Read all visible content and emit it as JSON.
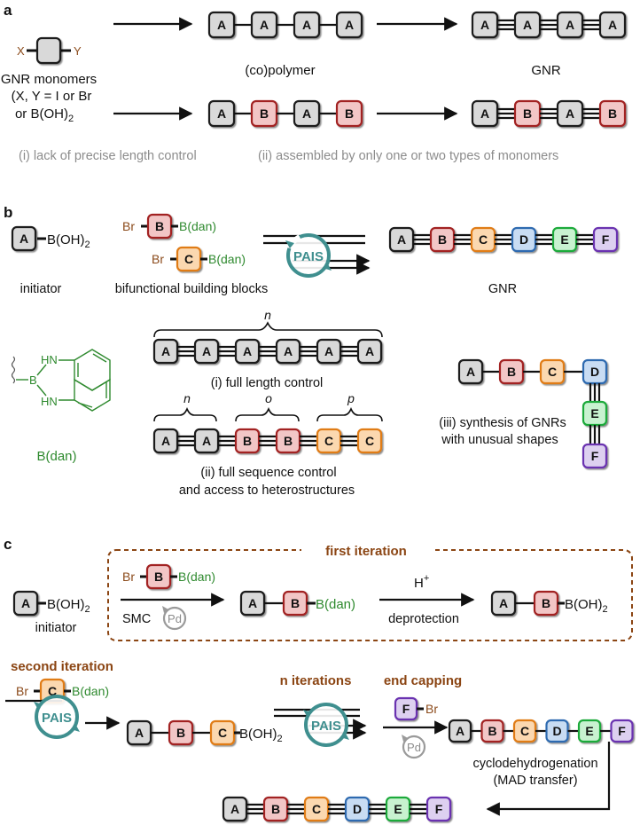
{
  "colors": {
    "A": {
      "fill": "#d9d9d9",
      "stroke": "#1a1a1a"
    },
    "B": {
      "fill": "#f2c6c6",
      "stroke": "#a22424"
    },
    "C": {
      "fill": "#fbd8b0",
      "stroke": "#e07b16"
    },
    "D": {
      "fill": "#c8dcf3",
      "stroke": "#2e6bb0"
    },
    "E": {
      "fill": "#c8f2d0",
      "stroke": "#1faa3a"
    },
    "F": {
      "fill": "#ddd0f0",
      "stroke": "#6a31b0"
    },
    "X": {
      "fill": "#d9d9d9",
      "stroke": "#1a1a1a"
    },
    "green_text": "#2f8a2f",
    "brown_text": "#8b4a1a",
    "gray_text": "#8c8c8c",
    "teal": "#3f8f8f",
    "iteration_brown": "#8b4513"
  },
  "panel_a": {
    "label": "a",
    "monomer_x": "X",
    "monomer_y": "Y",
    "monomers_line1": "GNR monomers",
    "monomers_line2": "(X, Y = I or Br",
    "monomers_line3": "or B(OH)",
    "monomers_sub": "2",
    "copolymer_label": "(co)polymer",
    "gnr_label": "GNR",
    "chain1": [
      "A",
      "A",
      "A",
      "A"
    ],
    "chain2": [
      "A",
      "B",
      "A",
      "B"
    ],
    "note_i": "(i) lack of precise length control",
    "note_ii": "(ii) assembled by only one or two types of monomers"
  },
  "panel_b": {
    "label": "b",
    "initiator_block": "A",
    "initiator_group": "B(OH)",
    "initiator_sub": "2",
    "initiator_label": "initiator",
    "bb1": {
      "left": "Br",
      "block": "B",
      "right": "B(dan)"
    },
    "bb2": {
      "left": "Br",
      "block": "C",
      "right": "B(dan)"
    },
    "bb_label": "bifunctional building blocks",
    "pais": "PAIS",
    "gnr_chain": [
      "A",
      "B",
      "C",
      "D",
      "E",
      "F"
    ],
    "gnr_label": "GNR",
    "full_chain": [
      "A",
      "A",
      "A",
      "A",
      "A",
      "A"
    ],
    "n": "n",
    "o": "o",
    "p": "p",
    "note_i": "(i) full length control",
    "seq_chain": [
      "A",
      "A",
      "B",
      "B",
      "C",
      "C"
    ],
    "note_ii_line1": "(ii) full sequence control",
    "note_ii_line2": "and access to heterostructures",
    "bdan_label": "B(dan)",
    "hn": "HN",
    "bond_b": "B",
    "shape_chain": [
      "A",
      "B",
      "C",
      "D",
      "E",
      "F"
    ],
    "note_iii_line1": "(iii) synthesis of GNRs",
    "note_iii_line2": "with unusual shapes"
  },
  "panel_c": {
    "label": "c",
    "first_iteration": "first iteration",
    "initiator_block": "A",
    "initiator_group": "B(OH)",
    "initiator_sub": "2",
    "initiator_label": "initiator",
    "reagent": {
      "left": "Br",
      "block": "B",
      "right": "B(dan)"
    },
    "smc": "SMC",
    "pd": "Pd",
    "intermediate": [
      "A",
      "B"
    ],
    "intermediate_group": "B(dan)",
    "h_plus": "H",
    "h_sup": "+",
    "deprotection": "deprotection",
    "product1": [
      "A",
      "B"
    ],
    "product1_group": "B(OH)",
    "product1_sub": "2",
    "second_iteration": "second iteration",
    "reagent2": {
      "left": "Br",
      "block": "C",
      "right": "B(dan)"
    },
    "pais": "PAIS",
    "product2": [
      "A",
      "B",
      "C"
    ],
    "product2_group": "B(OH)",
    "product2_sub": "2",
    "n_iterations": "n iterations",
    "end_capping": "end capping",
    "cap": {
      "block": "F",
      "right": "Br"
    },
    "polymer": [
      "A",
      "B",
      "C",
      "D",
      "E",
      "F"
    ],
    "cdh_line1": "cyclodehydrogenation",
    "cdh_line2": "(MAD transfer)",
    "final_gnr": [
      "A",
      "B",
      "C",
      "D",
      "E",
      "F"
    ]
  }
}
